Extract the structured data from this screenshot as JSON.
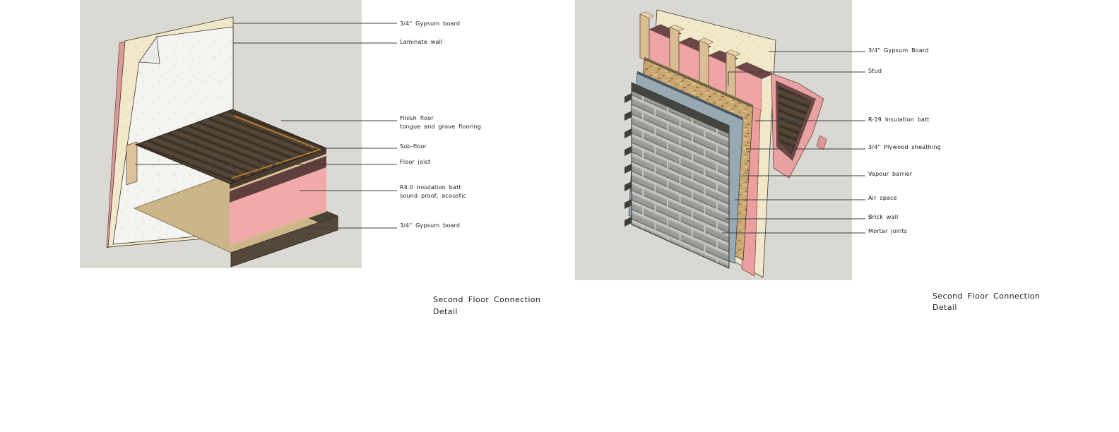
{
  "figures": {
    "left": {
      "title": [
        "Second Floor Connection",
        "Detail"
      ],
      "labels": [
        {
          "lines": [
            "3/4\" Gypsum board"
          ]
        },
        {
          "lines": [
            "Laminate wall"
          ]
        },
        {
          "lines": [
            "Finish floor",
            "tongue and grove flooring"
          ]
        },
        {
          "lines": [
            "Sub-floor"
          ]
        },
        {
          "lines": [
            "Floor joist"
          ]
        },
        {
          "lines": [
            "R4.0 Insulation batt",
            "sound proof, acoustic"
          ]
        },
        {
          "lines": [
            "3/4\" Gypsum board"
          ]
        }
      ]
    },
    "right": {
      "title": [
        "Second Floor Connection",
        "Detail"
      ],
      "labels": [
        {
          "lines": [
            "3/4\" Gypsum Board"
          ]
        },
        {
          "lines": [
            "Stud"
          ]
        },
        {
          "lines": [
            "R-19 Insulation batt"
          ]
        },
        {
          "lines": [
            "3/4\" Plywood sheathing"
          ]
        },
        {
          "lines": [
            "Vapour barrier"
          ]
        },
        {
          "lines": [
            "Air space"
          ]
        },
        {
          "lines": [
            "Brick wall"
          ]
        },
        {
          "lines": [
            "Mortar joints"
          ]
        }
      ]
    }
  },
  "colors": {
    "panel_background": "#dbd9d3",
    "insulation_pink": "#efa5a5",
    "gypsum_cream": "#f2e9cd",
    "laminate_white": "#f4f4f1",
    "wood_brown": "#4e4133",
    "joist_maroon": "#6d4747",
    "plywood_tan": "#d5b98e",
    "osb_tan": "#c9a873",
    "air_space_blue": "#97aab3",
    "brick_gray": "#9b9b95",
    "mortar_gray": "#c6c6c0",
    "leader_line": "#3f3f3f"
  }
}
